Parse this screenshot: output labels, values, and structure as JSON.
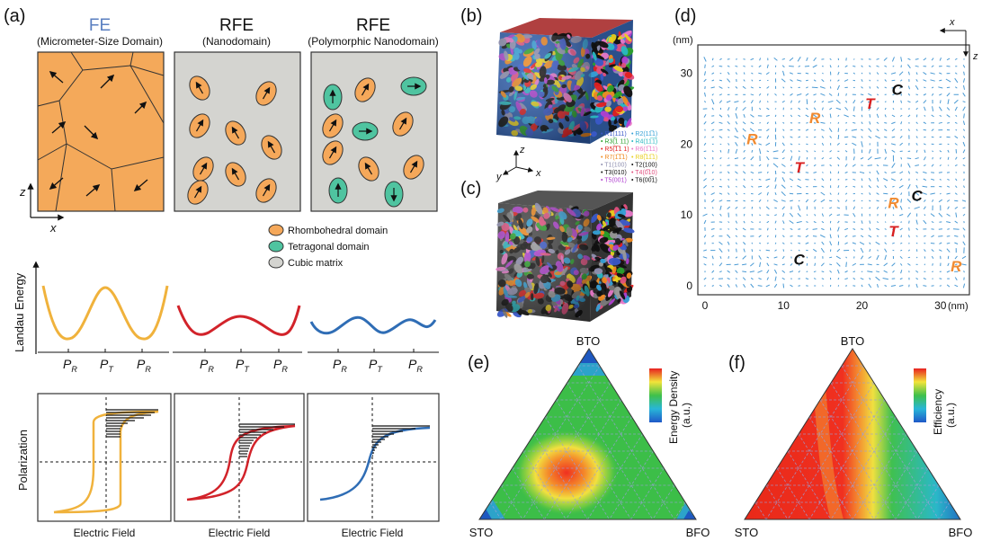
{
  "panels": {
    "a": {
      "label": "(a)",
      "columns": [
        {
          "title": "FE",
          "subtitle": "(Micrometer-Size Domain)"
        },
        {
          "title": "RFE",
          "subtitle": "(Nanodomain)"
        },
        {
          "title": "RFE",
          "subtitle": "(Polymorphic Nanodomain)"
        }
      ],
      "axes": {
        "z": "z",
        "x": "x"
      },
      "legend": [
        "Rhombohedral domain",
        "Tetragonal domain",
        "Cubic matrix"
      ],
      "landau_ylabel": "Landau Energy",
      "landau_ticks": {
        "pr": "P",
        "pr_sub": "R",
        "pt": "P",
        "pt_sub": "T"
      },
      "hysteresis_ylabel": "Polarization",
      "hysteresis_xlabel": "Electric Field",
      "colors": {
        "fe": "#f0b23c",
        "rfe": "#d2232a",
        "prfe": "#2f6db5",
        "rhombo": "#f5a85a",
        "tetra": "#4fc4a0",
        "cubic": "#d4d4d0"
      }
    },
    "b": {
      "label": "(b)",
      "axes": {
        "z": "z",
        "y": "y",
        "x": "x"
      },
      "legend": [
        {
          "text": "R1(111)",
          "color": "#3a58c8"
        },
        {
          "text": "R2(11̅1)",
          "color": "#34a0d6"
        },
        {
          "text": "R3(̅1 11)",
          "color": "#2aa02a"
        },
        {
          "text": "R4(11̅1̅)",
          "color": "#29b8c2"
        },
        {
          "text": "R5(̅1̅1 1)",
          "color": "#e02020"
        },
        {
          "text": "R6(1̅11)",
          "color": "#e878c8"
        },
        {
          "text": "R7(1̅1̅1)",
          "color": "#f08a20"
        },
        {
          "text": "R8(̅11̅1)",
          "color": "#e8d020"
        },
        {
          "text": "T1(100)",
          "color": "#9090b0"
        },
        {
          "text": "T2(100)",
          "color": "#111111"
        },
        {
          "text": "T3(010)",
          "color": "#111111"
        },
        {
          "text": "T4(0̅10)",
          "color": "#e05080"
        },
        {
          "text": "T5(001)",
          "color": "#b040d0"
        },
        {
          "text": "T6(00̅1)",
          "color": "#111111"
        }
      ]
    },
    "c": {
      "label": "(c)"
    },
    "d": {
      "label": "(d)",
      "unit_top": "(nm)",
      "unit_right": "(nm)",
      "yticks": [
        "30",
        "20",
        "10",
        "0"
      ],
      "xticks": [
        "0",
        "10",
        "20",
        "30"
      ],
      "corner_axes": {
        "x": "x",
        "z": "z"
      },
      "markers": [
        {
          "text": "R",
          "color": "#f08a30",
          "x": 6,
          "y": 20
        },
        {
          "text": "R",
          "color": "#f08a30",
          "x": 14,
          "y": 23
        },
        {
          "text": "T",
          "color": "#d82020",
          "x": 21,
          "y": 25
        },
        {
          "text": "C",
          "color": "#111111",
          "x": 24.5,
          "y": 27
        },
        {
          "text": "T",
          "color": "#d82020",
          "x": 12,
          "y": 16
        },
        {
          "text": "C",
          "color": "#111111",
          "x": 27,
          "y": 12
        },
        {
          "text": "R",
          "color": "#f08a30",
          "x": 24,
          "y": 11
        },
        {
          "text": "T",
          "color": "#d82020",
          "x": 24,
          "y": 7
        },
        {
          "text": "C",
          "color": "#111111",
          "x": 12,
          "y": 3
        },
        {
          "text": "R",
          "color": "#f08a30",
          "x": 32,
          "y": 2
        }
      ]
    },
    "e": {
      "label": "(e)",
      "top": "BTO",
      "left": "STO",
      "right": "BFO",
      "colorbar_label": "Energy Density",
      "colorbar_unit": "(a.u.)"
    },
    "f": {
      "label": "(f)",
      "top": "BTO",
      "left": "STO",
      "right": "BFO",
      "colorbar_label": "Efficiency",
      "colorbar_unit": "(a.u.)"
    }
  }
}
